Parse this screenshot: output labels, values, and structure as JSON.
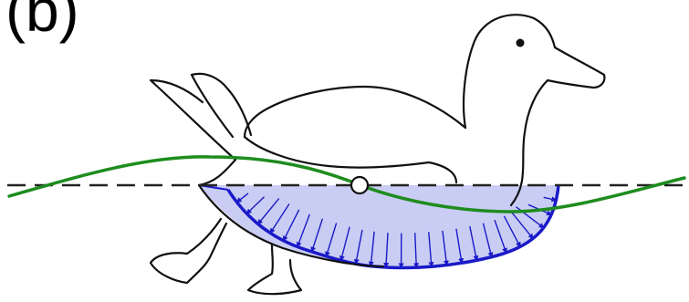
{
  "figure": {
    "panel_label": "(b)",
    "colors": {
      "outline": "#111111",
      "wave": "#1e8c1e",
      "waterline": "#222222",
      "pressure_fill": "#c9cdf3",
      "pressure_stroke": "#1a1ac8",
      "pivot_fill": "#ffffff"
    },
    "elements": [
      "duck-outline",
      "wave-curve",
      "still-waterline",
      "pressure-distribution",
      "pivot-point"
    ]
  }
}
